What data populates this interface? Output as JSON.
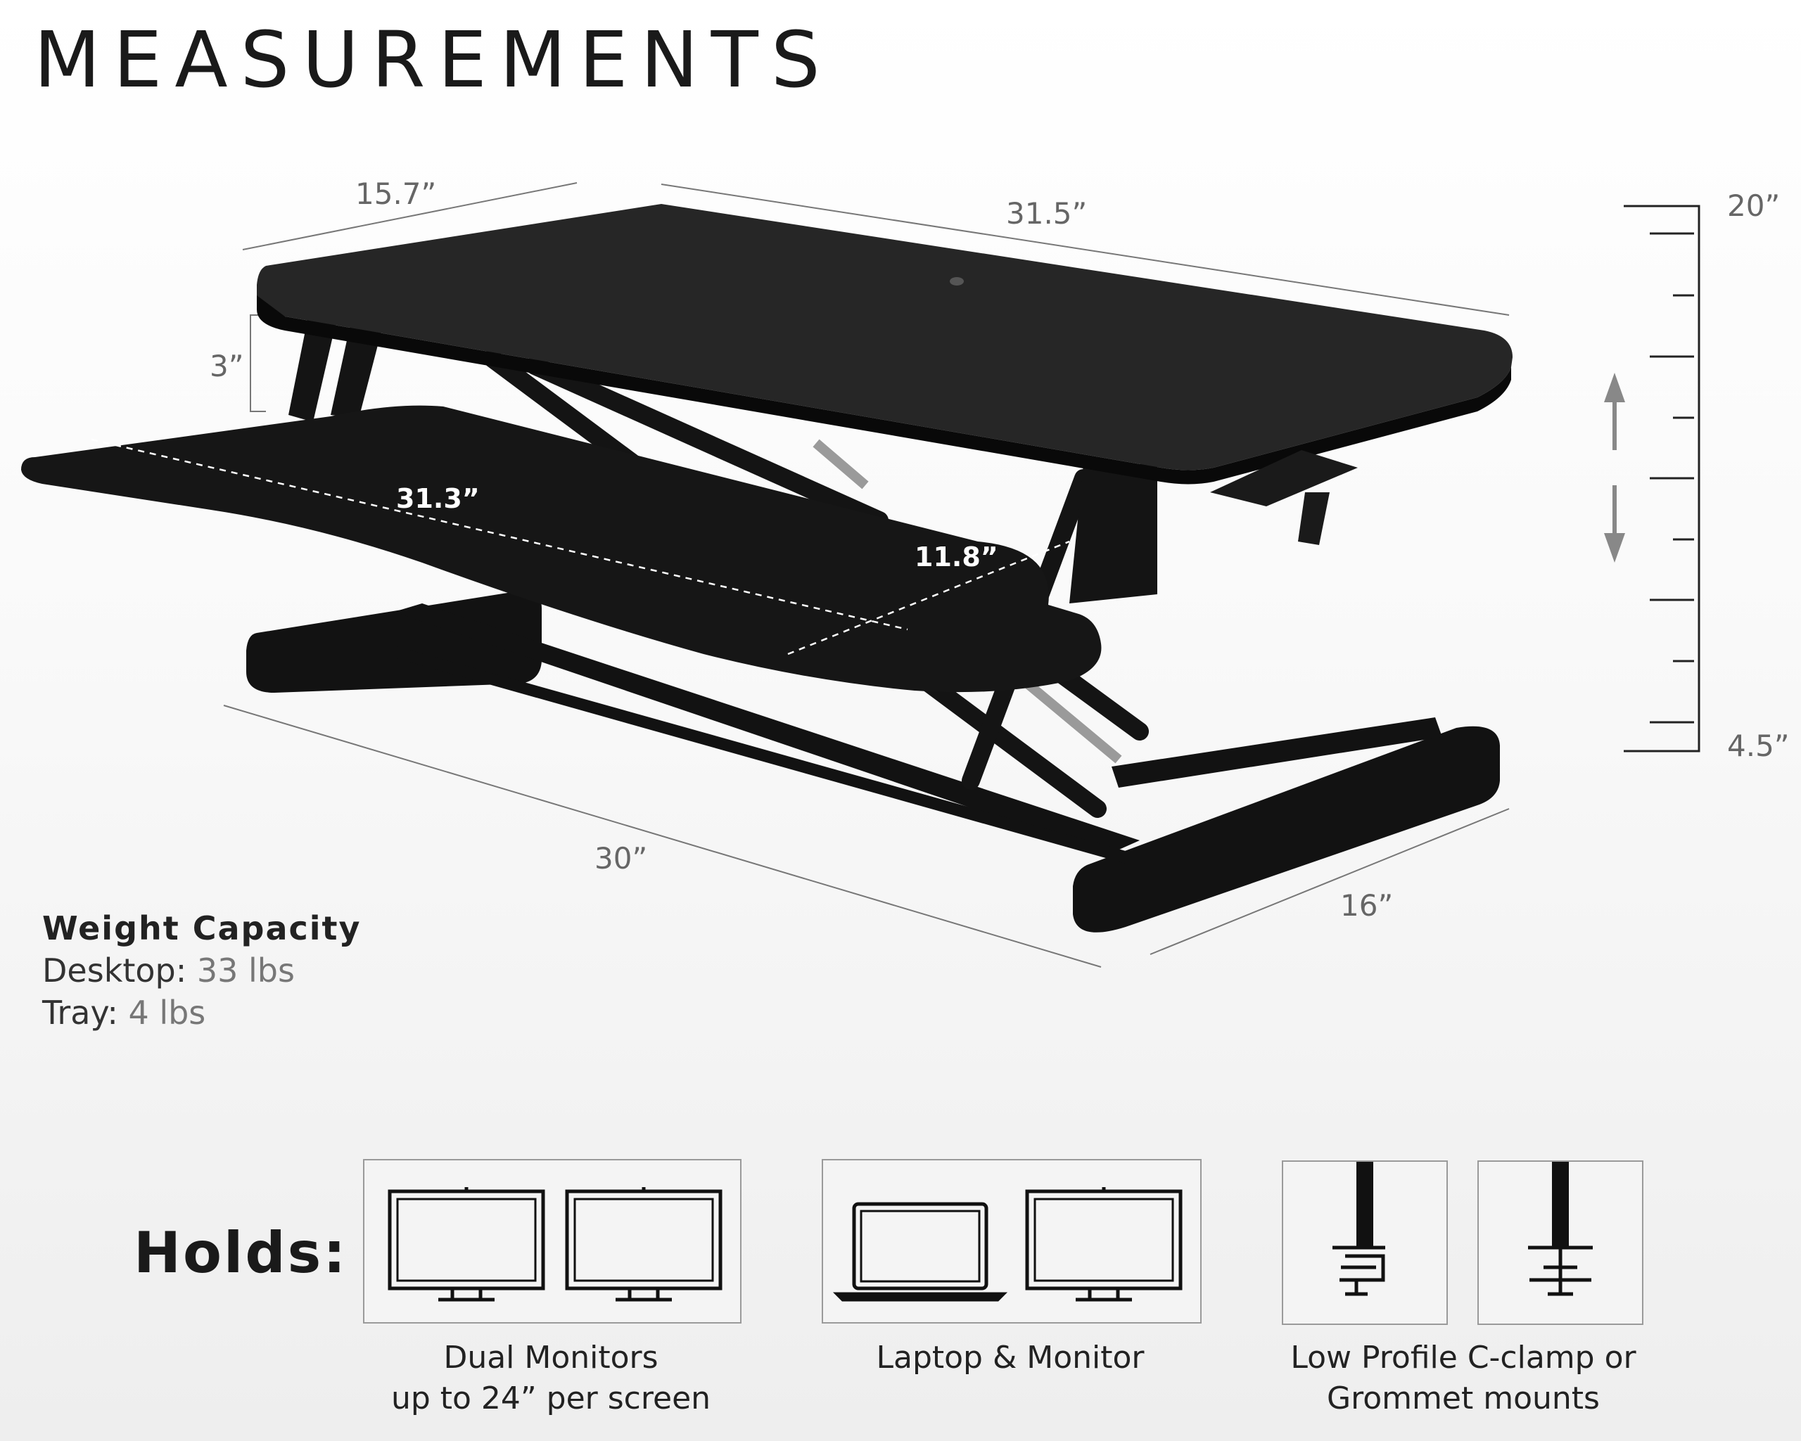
{
  "title": "MEASUREMENTS",
  "dimensions": {
    "depth_top": "15.7”",
    "width_top": "31.5”",
    "clearance": "3”",
    "keyboard_width": "31.3”",
    "keyboard_depth": "11.8”",
    "base_width": "30”",
    "base_depth": "16”",
    "height_max": "20”",
    "height_min": "4.5”"
  },
  "weight_capacity": {
    "heading": "Weight Capacity",
    "desktop_label": "Desktop:",
    "desktop_value": "33 lbs",
    "tray_label": "Tray:",
    "tray_value": "4 lbs"
  },
  "holds": {
    "label": "Holds:",
    "options": [
      {
        "caption_line1": "Dual Monitors",
        "caption_line2": "up to 24” per screen",
        "icons": [
          "monitor-icon",
          "monitor-icon"
        ]
      },
      {
        "caption_line1": "Laptop & Monitor",
        "caption_line2": "",
        "icons": [
          "laptop-icon",
          "monitor-icon"
        ]
      },
      {
        "caption_line1": "Low Profile C-clamp or",
        "caption_line2": "Grommet mounts",
        "icons": [
          "c-clamp-icon",
          "grommet-icon"
        ]
      }
    ]
  }
}
